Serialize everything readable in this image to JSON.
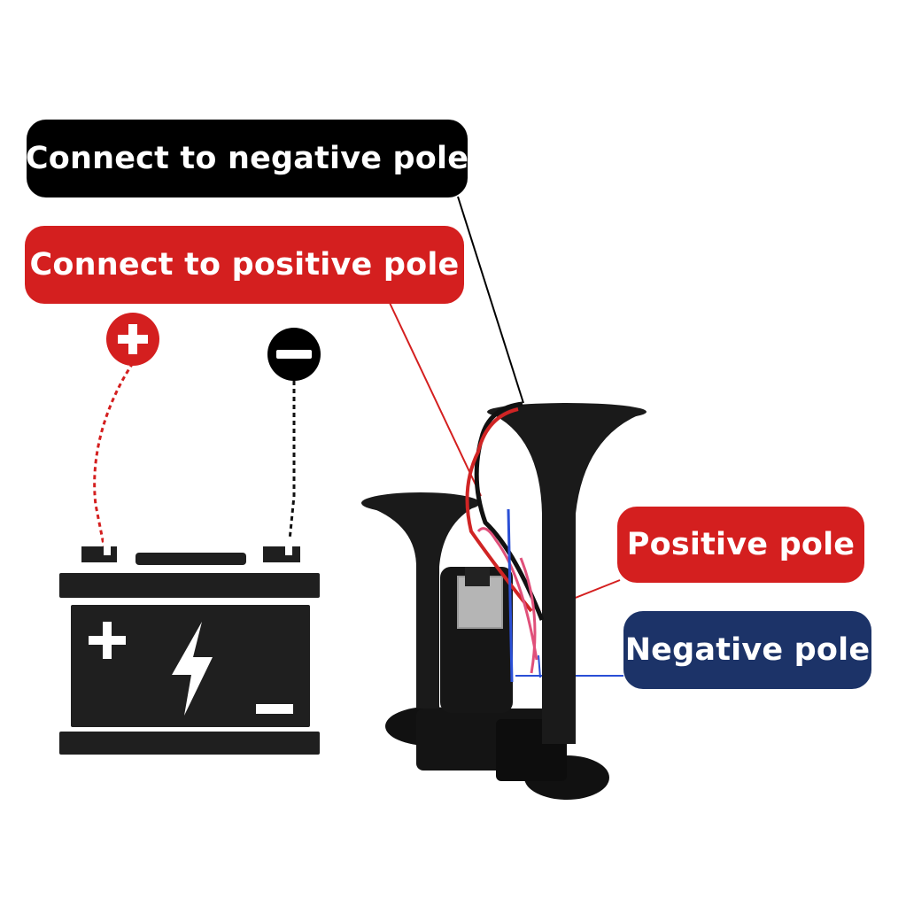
{
  "labels": {
    "connect_negative": "Connect to negative pole",
    "connect_positive": "Connect to positive pole",
    "positive_pole": "Positive pole",
    "negative_pole": "Negative pole"
  },
  "battery": {
    "positive_symbol": "+",
    "negative_symbol": "−"
  },
  "colors": {
    "red": "#d41f1f",
    "black": "#000000",
    "navy": "#1c3368",
    "battery": "#1f1f1f",
    "wire_blue": "#2a4fd6",
    "wire_pink": "#e0507a"
  },
  "icons": [
    "plus-circle-icon",
    "minus-circle-icon",
    "lightning-bolt-icon",
    "car-battery-icon",
    "air-horn-icon"
  ]
}
